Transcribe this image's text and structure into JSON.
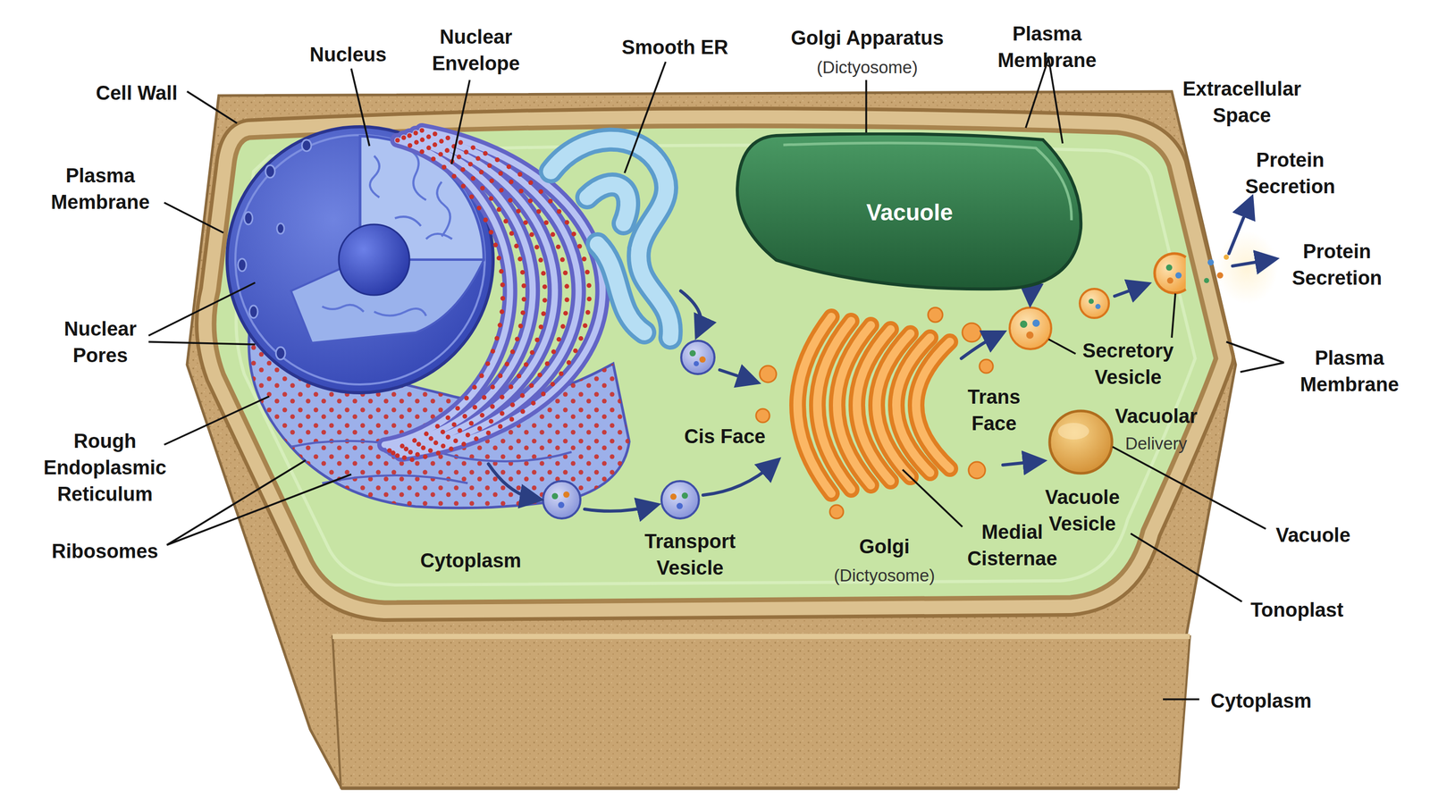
{
  "diagram": {
    "nodes": [
      {
        "text": [
          "Vacuole"
        ]
      }
    ],
    "labels": [
      "Nucleus",
      "Nuclear Envelope",
      "Smooth ER",
      "Golgi Apparatus",
      "(Dictyosome)",
      "Plasma Membrane",
      "Extracellular Space",
      "Protein Secretion",
      "Protein Secretion",
      "Cell Wall",
      "Plasma Membrane",
      "Nuclear Pores",
      "Rough Endoplasmic Reticulum",
      "Ribosomes",
      "Cis Face",
      "Secretory Vesicle",
      "Trans Face",
      "Vacuolar",
      "Delivery",
      "Plasma Membrane",
      "Vacuole Vesicle",
      "Vacuole",
      "Cytoplasm",
      "Transport Vesicle",
      "Golgi",
      "(Dictyosome)",
      "Medial Cisternae",
      "Tonoplast",
      "Cytoplasm"
    ]
  }
}
